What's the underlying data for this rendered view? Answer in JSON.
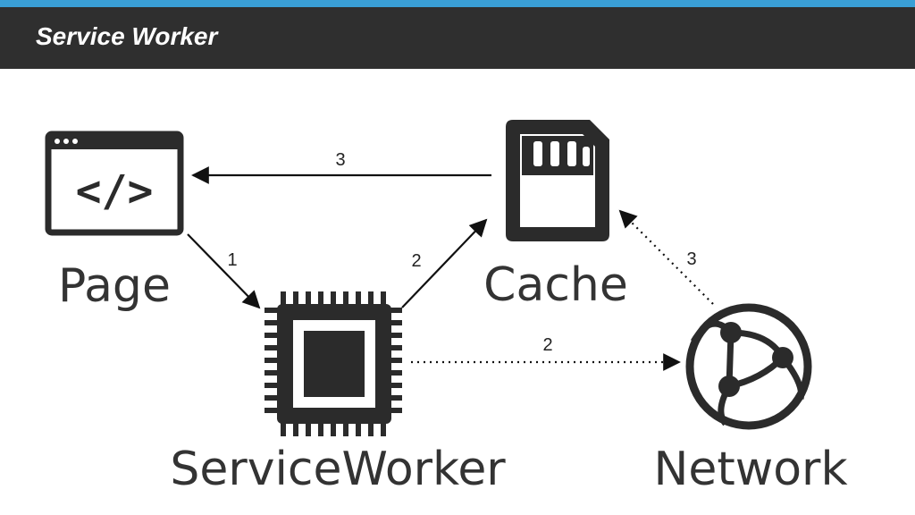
{
  "header": {
    "title": "Service Worker",
    "accent_color": "#3a9fd6",
    "background_color": "#2f2f2f"
  },
  "diagram": {
    "nodes": {
      "page": {
        "label": "Page",
        "icon": "browser-code-icon"
      },
      "cache": {
        "label": "Cache",
        "icon": "sd-card-icon"
      },
      "service_worker": {
        "label": "ServiceWorker",
        "icon": "cpu-chip-icon"
      },
      "network": {
        "label": "Network",
        "icon": "globe-network-icon"
      }
    },
    "edges": [
      {
        "from": "page",
        "to": "service_worker",
        "label": "1",
        "style": "solid"
      },
      {
        "from": "service_worker",
        "to": "cache",
        "label": "2",
        "style": "solid"
      },
      {
        "from": "service_worker",
        "to": "network",
        "label": "2",
        "style": "dotted"
      },
      {
        "from": "cache",
        "to": "page",
        "label": "3",
        "style": "solid"
      },
      {
        "from": "network",
        "to": "cache",
        "label": "3",
        "style": "dotted"
      }
    ],
    "code_glyph": "</>",
    "icon_color": "#2b2b2b"
  }
}
